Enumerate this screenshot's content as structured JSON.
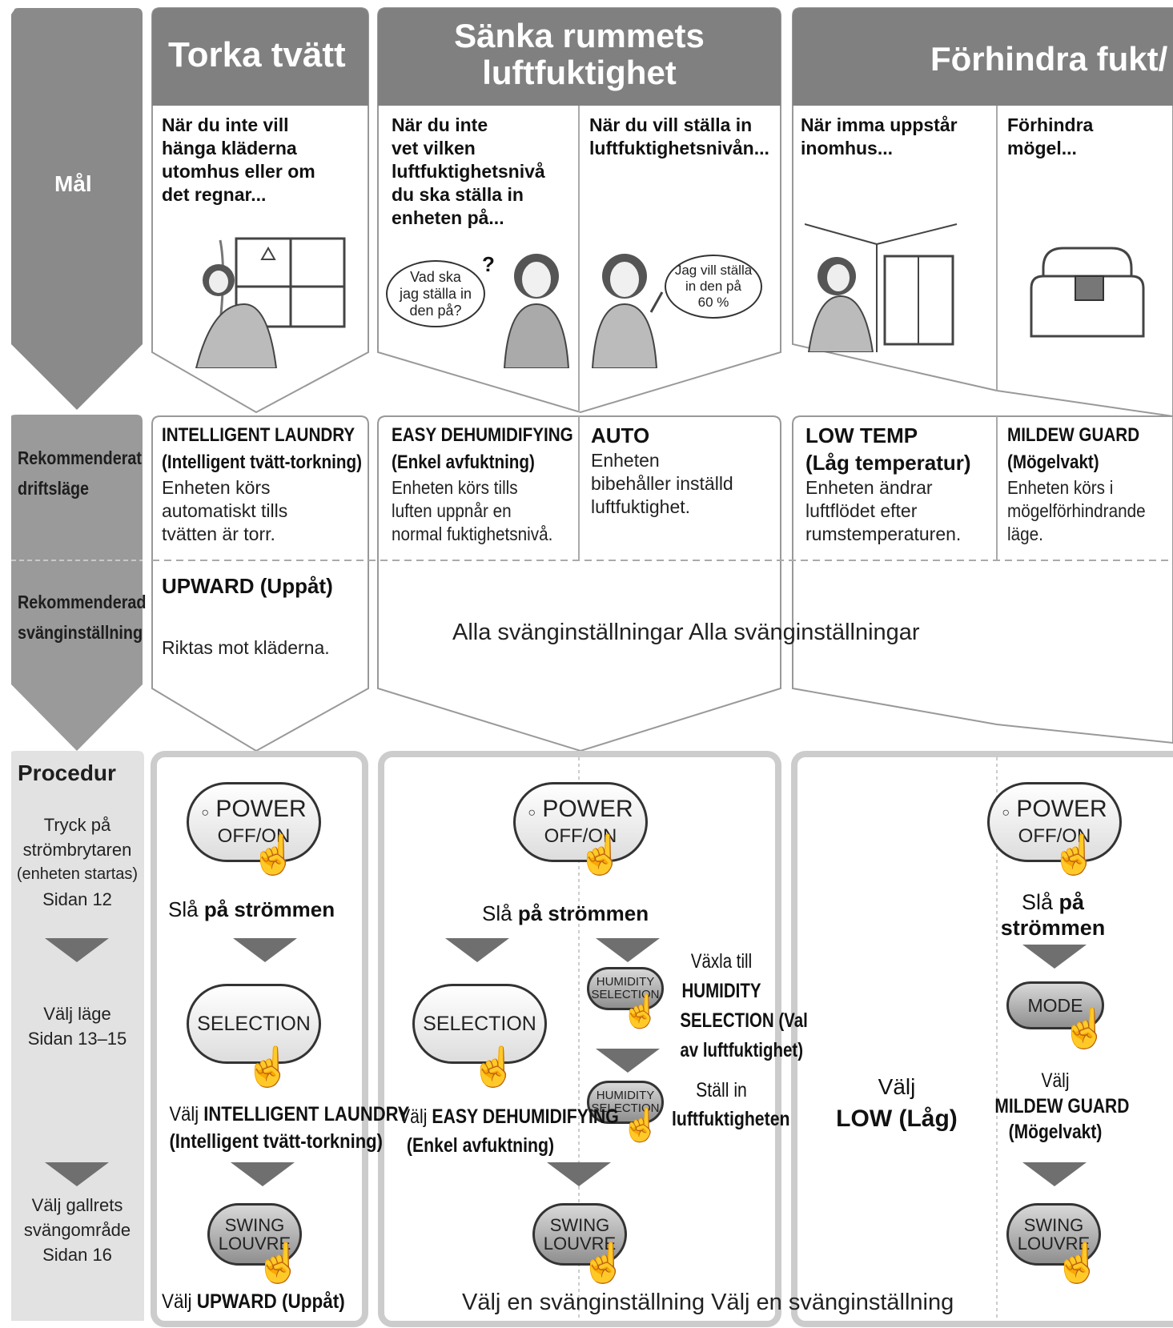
{
  "sidebar": {
    "goal_label": "Mål",
    "mode_label_line1": "Rekommenderat",
    "mode_label_line2": "driftsläge",
    "swing_label_line1": "Rekommenderad",
    "swing_label_line2": "svänginställning",
    "procedure_title": "Procedur",
    "step1_lines": [
      "Tryck på",
      "strömbrytaren",
      "(enheten startas)",
      "Sidan 12"
    ],
    "step2_lines": [
      "Välj läge",
      "Sidan 13–15"
    ],
    "step3_lines": [
      "Välj gallrets",
      "svängområde",
      "Sidan 16"
    ]
  },
  "headers": {
    "dry_laundry": "Torka tvätt",
    "lower_humidity_line1": "Sänka rummets",
    "lower_humidity_line2": "luftfuktighet",
    "prevent_moisture": "Förhindra fukt/"
  },
  "goals": {
    "laundry": [
      "När du inte vill",
      "hänga kläderna",
      "utomhus eller om",
      "det regnar..."
    ],
    "unknown": [
      "När du inte",
      "vet vilken",
      "luftfuktighetsnivå",
      "du ska ställa in",
      "enheten på..."
    ],
    "set_level": [
      "När du vill ställa in",
      "luftfuktighetsnivån..."
    ],
    "condensation": [
      "När imma uppstår",
      "inomhus..."
    ],
    "mold": [
      "Förhindra",
      "mögel..."
    ]
  },
  "bubbles": {
    "question": [
      "Vad ska",
      "jag ställa in",
      "den på?"
    ],
    "question_mark": "?",
    "statement": [
      "Jag vill ställa",
      "in den på",
      "60 %"
    ]
  },
  "modes": {
    "laundry": {
      "title": "INTELLIGENT LAUNDRY",
      "subtitle": "(Intelligent tvätt-torkning)",
      "desc": [
        "Enheten körs",
        "automatiskt tills",
        "tvätten är torr."
      ]
    },
    "easy": {
      "title": "EASY DEHUMIDIFYING",
      "subtitle": "(Enkel avfuktning)",
      "desc": [
        "Enheten körs tills",
        "luften uppnår en",
        "normal fuktighetsnivå."
      ]
    },
    "auto": {
      "title": "AUTO",
      "desc": [
        "Enheten",
        "bibehåller inställd",
        "luftfuktighet."
      ]
    },
    "low_temp": {
      "title": "LOW TEMP",
      "subtitle": "(Låg temperatur)",
      "desc": [
        "Enheten ändrar",
        "luftflödet efter",
        "rumstemperaturen."
      ]
    },
    "mildew": {
      "title": "MILDEW GUARD",
      "subtitle": "(Mögelvakt)",
      "desc": [
        "Enheten körs i",
        "mögelförhindrande",
        "läge."
      ]
    }
  },
  "swing": {
    "laundry_title": "UPWARD (Uppåt)",
    "laundry_desc": "Riktas mot kläderna.",
    "all_settings": "Alla svänginställningar Alla svänginställningar"
  },
  "buttons": {
    "power_line1": "POWER",
    "power_line2": "OFF/ON",
    "selection": "SELECTION",
    "humidity_line1": "HUMIDITY",
    "humidity_line2": "SELECTION",
    "mode": "MODE",
    "swing_line1": "SWING",
    "swing_line2": "LOUVRE"
  },
  "captions": {
    "power_on_pre": "Slå ",
    "power_on_bold": "på strömmen",
    "power_on_right_pre": "Slå ",
    "power_on_right_bold1": "på",
    "power_on_right_bold2": "strömmen",
    "choose_pre": "Välj ",
    "laundry_choose_bold": "INTELLIGENT LAUNDRY",
    "laundry_choose_sub": "(Intelligent tvätt-torkning)",
    "easy_choose_bold": "EASY DEHUMIDIFYING",
    "easy_choose_sub": "(Enkel avfuktning)",
    "switch_to": "Växla till",
    "switch_bold1": "HUMIDITY",
    "switch_bold2": "SELECTION (Val",
    "switch_bold3": "av luftfuktighet)",
    "set_in": "Ställ in",
    "set_in_bold": "luftfuktigheten",
    "choose_low_line1": "Välj",
    "choose_low_line2": "LOW (Låg)",
    "choose_mildew_line1": "Välj",
    "choose_mildew_bold": "MILDEW GUARD",
    "choose_mildew_sub": "(Mögelvakt)",
    "upward_pre": "Välj ",
    "upward_bold": "UPWARD (Uppåt)",
    "swing_choose": "Välj en svänginställning Välj en svänginställning"
  }
}
